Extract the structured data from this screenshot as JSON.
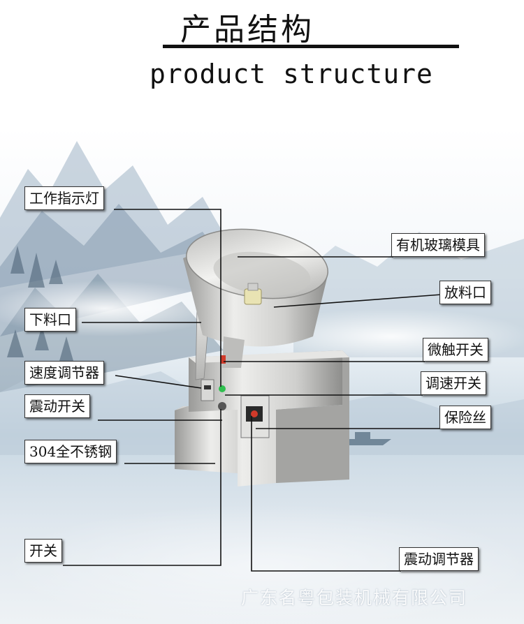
{
  "header": {
    "title_zh": "产品结构",
    "title_en": "product structure"
  },
  "labels": {
    "indicator_light": "工作指示灯",
    "glass_mold": "有机玻璃模具",
    "discharge_port": "放料口",
    "feed_port": "下料口",
    "micro_switch": "微触开关",
    "speed_regulator": "速度调节器",
    "speed_switch": "调速开关",
    "vibration_switch": "震动开关",
    "fuse": "保险丝",
    "stainless_steel": "304全不锈钢",
    "power_switch": "开关",
    "vibration_regulator": "震动调节器"
  },
  "footer": {
    "company": "广东名粤包装机械有限公司"
  },
  "colors": {
    "steel_light": "#e4e4e2",
    "steel_dark": "#9a9a98",
    "indicator_green": "#2fbf4f",
    "micro_switch_red": "#d13a2a",
    "line": "#111111"
  }
}
